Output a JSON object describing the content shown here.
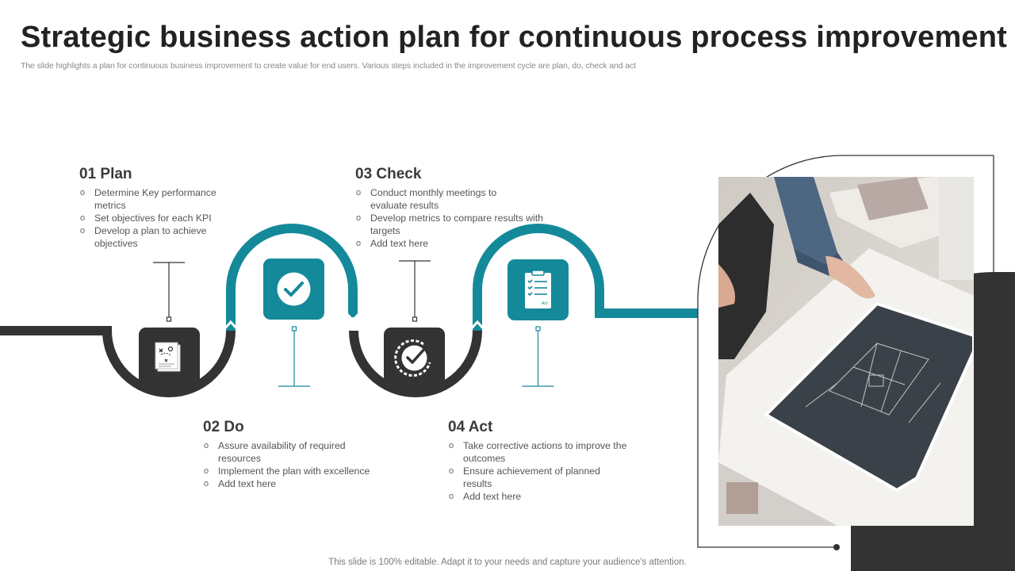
{
  "header": {
    "title": "Strategic business action plan for continuous process improvement",
    "subtitle": "The slide highlights a plan for continuous business improvement to create value for end users. Various steps included in the improvement cycle are plan, do, check and act"
  },
  "steps": [
    {
      "title": "01 Plan",
      "items": [
        "Determine Key performance metrics",
        "Set objectives for each KPI",
        "Develop a plan to achieve objectives"
      ],
      "icon": "strategy-document-icon"
    },
    {
      "title": "02 Do",
      "items": [
        "Assure availability of required resources",
        "Implement the plan with excellence",
        "Add text here"
      ],
      "icon": "checkmark-circle-icon"
    },
    {
      "title": "03 Check",
      "items": [
        "Conduct monthly meetings to evaluate results",
        "Develop metrics to compare results with targets",
        "Add text here"
      ],
      "icon": "check-badge-icon"
    },
    {
      "title": "04 Act",
      "items": [
        "Take corrective actions to improve the outcomes",
        "Ensure achievement of planned results",
        "Add text here"
      ],
      "icon": "clipboard-checklist-icon"
    }
  ],
  "footer": "This slide is 100% editable. Adapt it to your needs and capture your audience's attention.",
  "photo": {
    "icon": "blueprint-photo",
    "description_hidden": ""
  },
  "colors": {
    "teal": "#14899a",
    "dark": "#333333",
    "text": "#3a3a3a"
  }
}
